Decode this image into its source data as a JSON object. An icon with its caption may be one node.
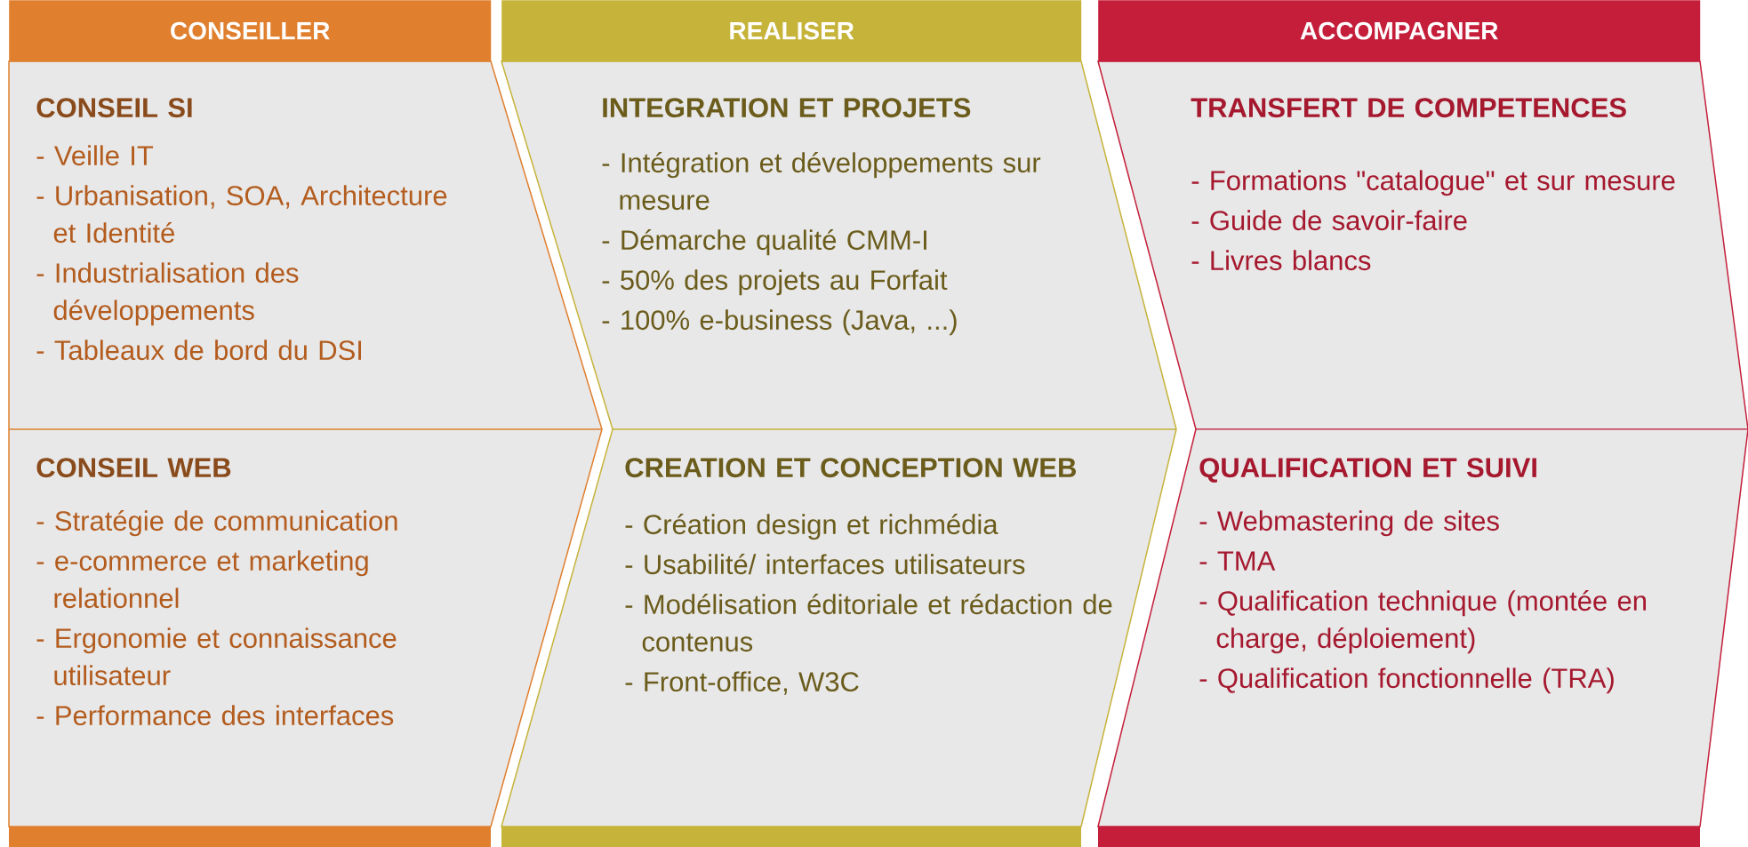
{
  "diagram": {
    "nodes": [
      {
        "text": [
          "CONSEILLER"
        ]
      },
      {
        "text": [
          "CONSEIL SI",
          "- Veille IT",
          "- Urbanisation, SOA, Architecture et Identité",
          "- Industrialisation des développements",
          "- Tableaux de bord du DSI"
        ],
        "in": 0
      },
      {
        "text": [
          "CONSEIL WEB",
          "- Stratégie de communication",
          "- e-commerce et marketing relationnel",
          "- Ergonomie et connaissance utilisateur",
          "- Performance des interfaces"
        ],
        "in": 0
      },
      {
        "text": [
          "REALISER"
        ]
      },
      {
        "text": [
          "INTEGRATION ET PROJETS",
          "- Intégration et développements sur mesure",
          "- Démarche qualité CMM-I",
          "- 50% des projets au Forfait",
          "- 100% e-business (Java, ...)"
        ],
        "in": 3
      },
      {
        "text": [
          "CREATION ET CONCEPTION WEB",
          "- Création design et richmédia",
          "- Usabilité/ interfaces utilisateurs",
          "- Modélisation éditoriale et rédaction de contenus",
          "- Front-office, W3C"
        ],
        "in": 3
      },
      {
        "text": [
          "ACCOMPAGNER"
        ]
      },
      {
        "text": [
          "TRANSFERT DE COMPETENCES",
          "- Formations \"catalogue\" et sur mesure",
          "- Guide de savoir-faire",
          "- Livres blancs"
        ],
        "in": 6
      },
      {
        "text": [
          "QUALIFICATION ET SUIVI",
          "- Webmastering de sites",
          "- TMA",
          "- Qualification technique (montée en charge, déploiement)",
          "- Qualification fonctionnelle (TRA)"
        ],
        "in": 6
      }
    ]
  }
}
